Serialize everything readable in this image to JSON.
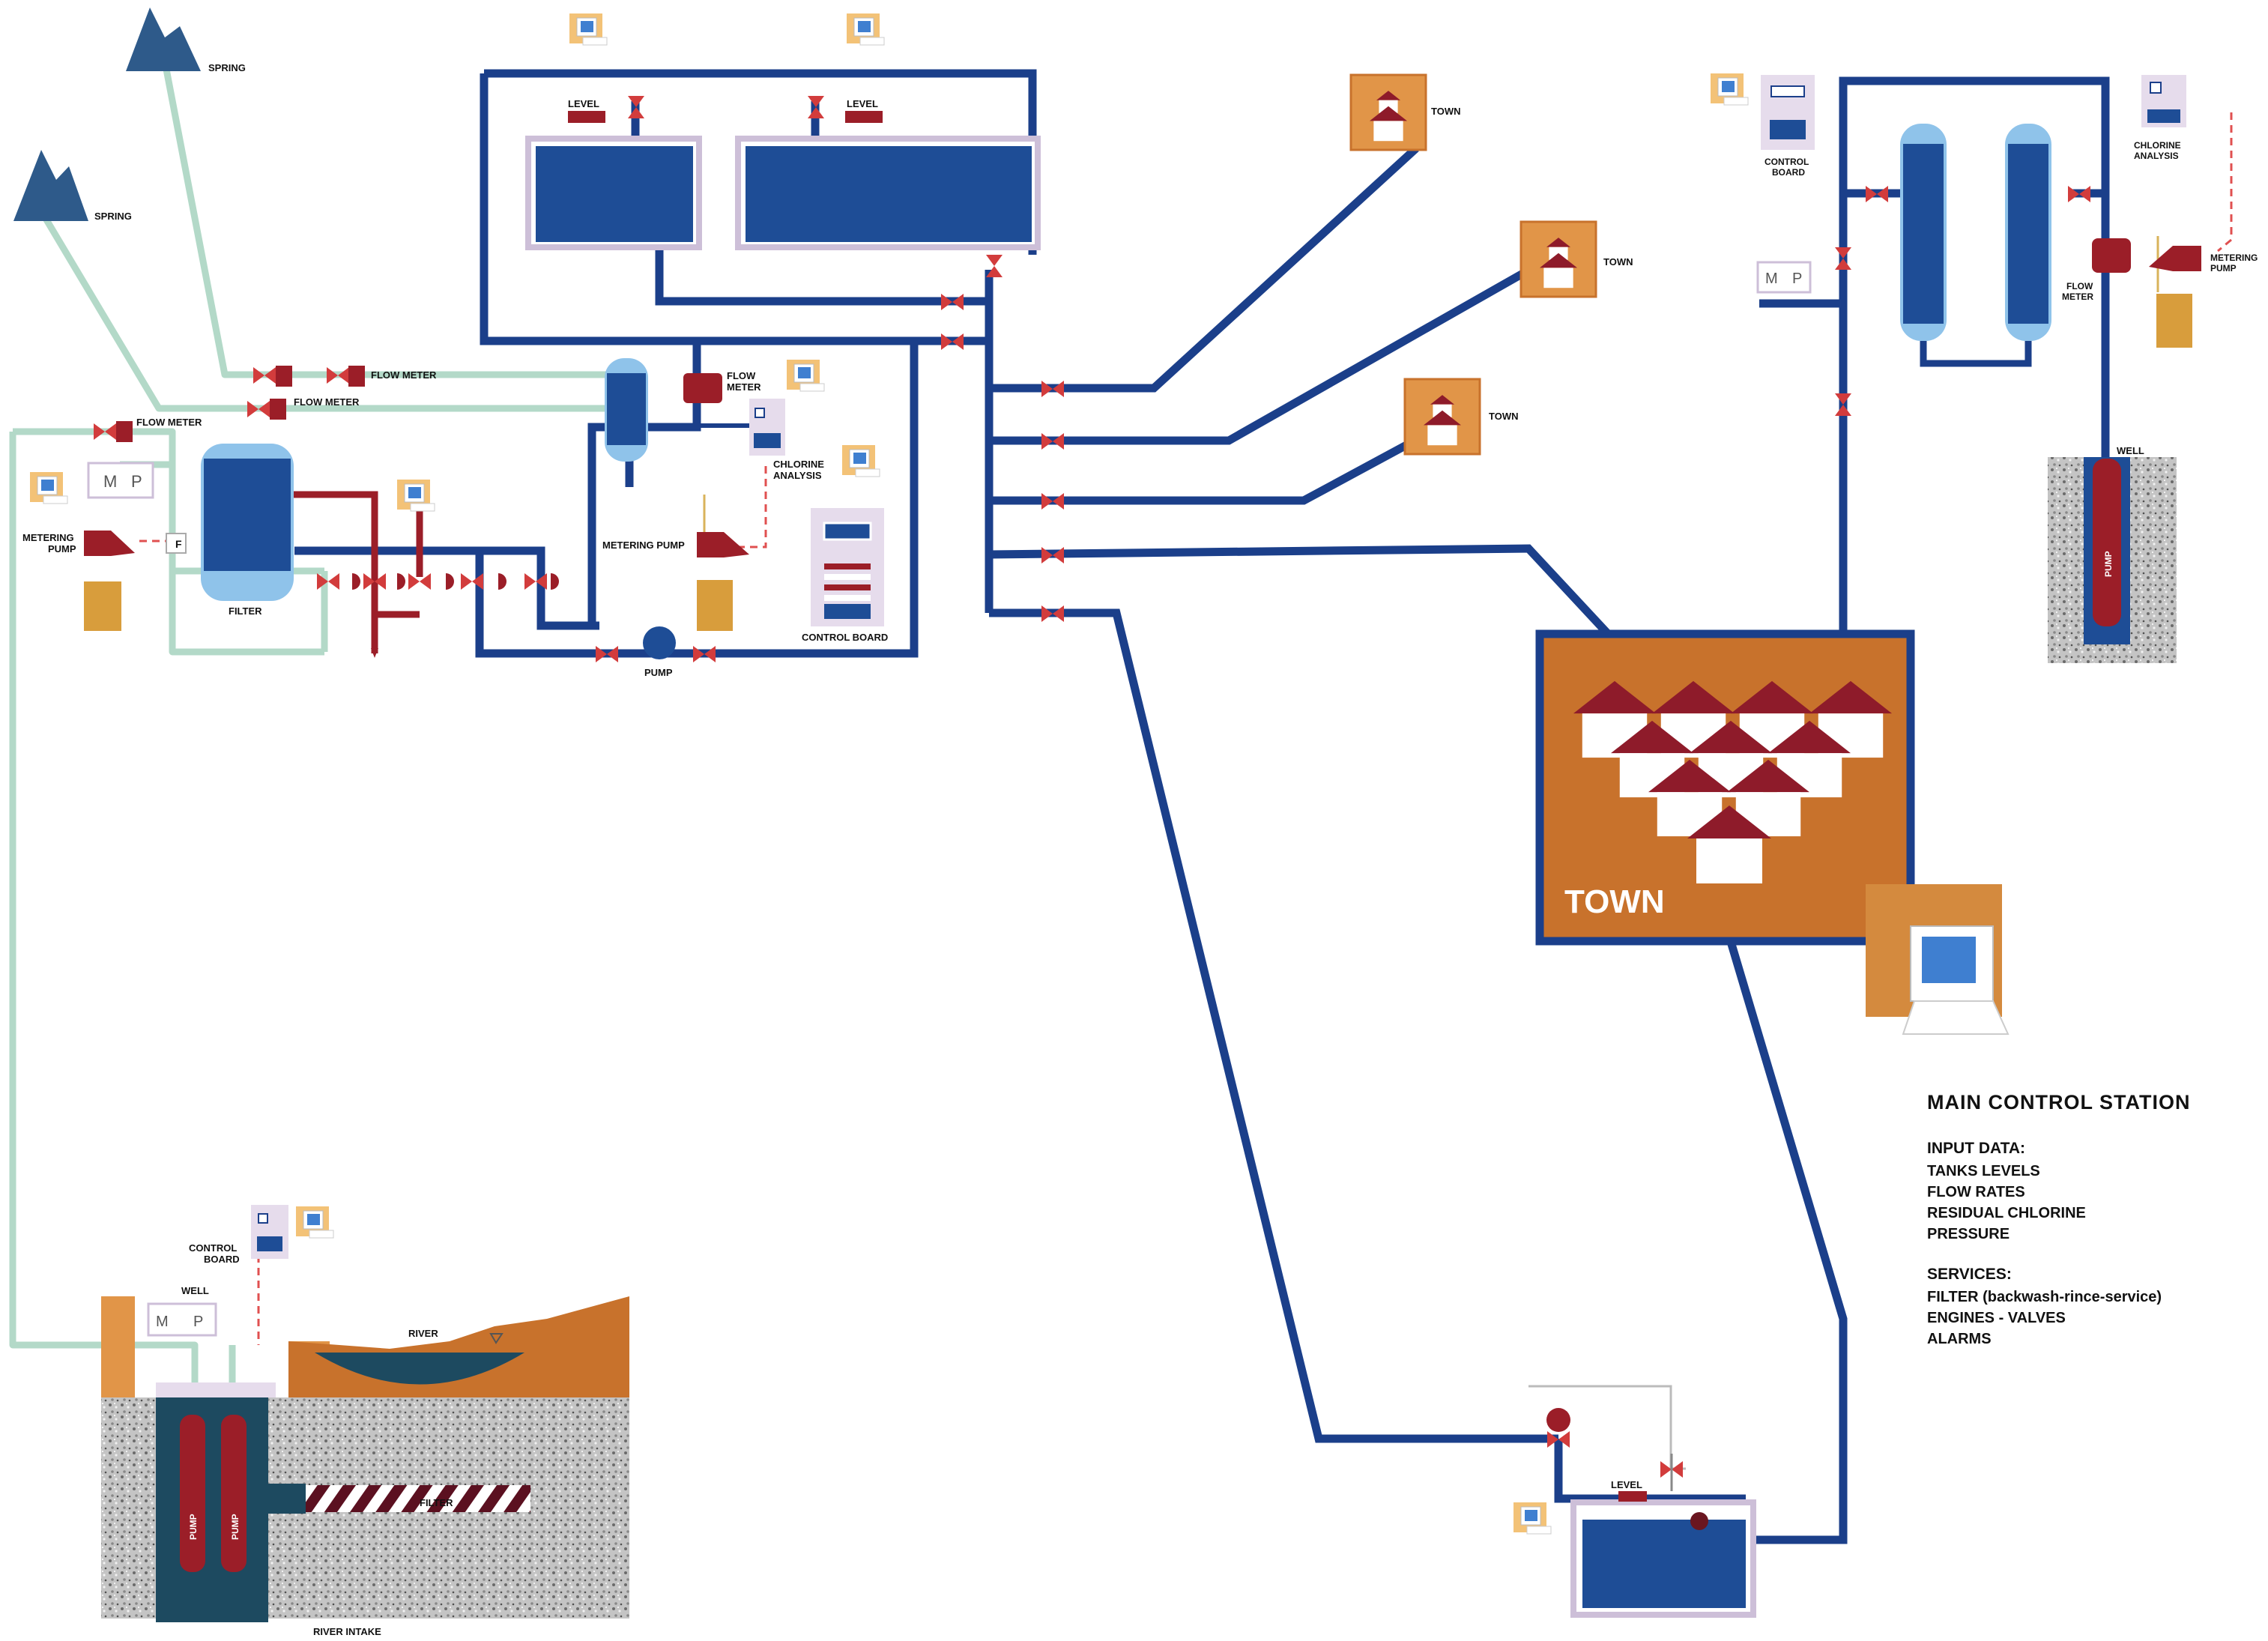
{
  "labels": {
    "spring": "SPRING",
    "flow_meter": "FLOW METER",
    "flow": "FLOW",
    "meter": "METER",
    "level": "LEVEL",
    "town": "TOWN",
    "town_big": "TOWN",
    "filter": "FILTER",
    "metering_pump": "METERING PUMP",
    "metering": "METERING",
    "pump_word": "PUMP",
    "pump": "PUMP",
    "chlorine": "CHLORINE",
    "analysis": "ANALYSIS",
    "control_board": "CONTROL BOARD",
    "control": "CONTROL",
    "board": "BOARD",
    "well": "WELL",
    "river": "RIVER",
    "river_intake": "RIVER INTAKE",
    "m": "M",
    "p": "P",
    "f": "F"
  },
  "legend": {
    "title": "MAIN CONTROL STATION",
    "input_heading": "INPUT DATA:",
    "input_items": [
      "TANKS LEVELS",
      "FLOW RATES",
      "RESIDUAL CHLORINE",
      "PRESSURE"
    ],
    "services_heading": "SERVICES:",
    "services_items": [
      "FILTER (backwash-rince-service)",
      "ENGINES - VALVES",
      "ALARMS"
    ]
  },
  "colors": {
    "pipe": "#1b3f8a",
    "tank": "#1e4d96",
    "spring_pipe": "#b3d9c8",
    "water_blue": "#8fc3ea",
    "equipment_red": "#9b1e28",
    "valve_red": "#d23c3c",
    "town_orange": "#c8722c",
    "orange_light": "#e0a050",
    "gravel": "#bfbfbf"
  }
}
